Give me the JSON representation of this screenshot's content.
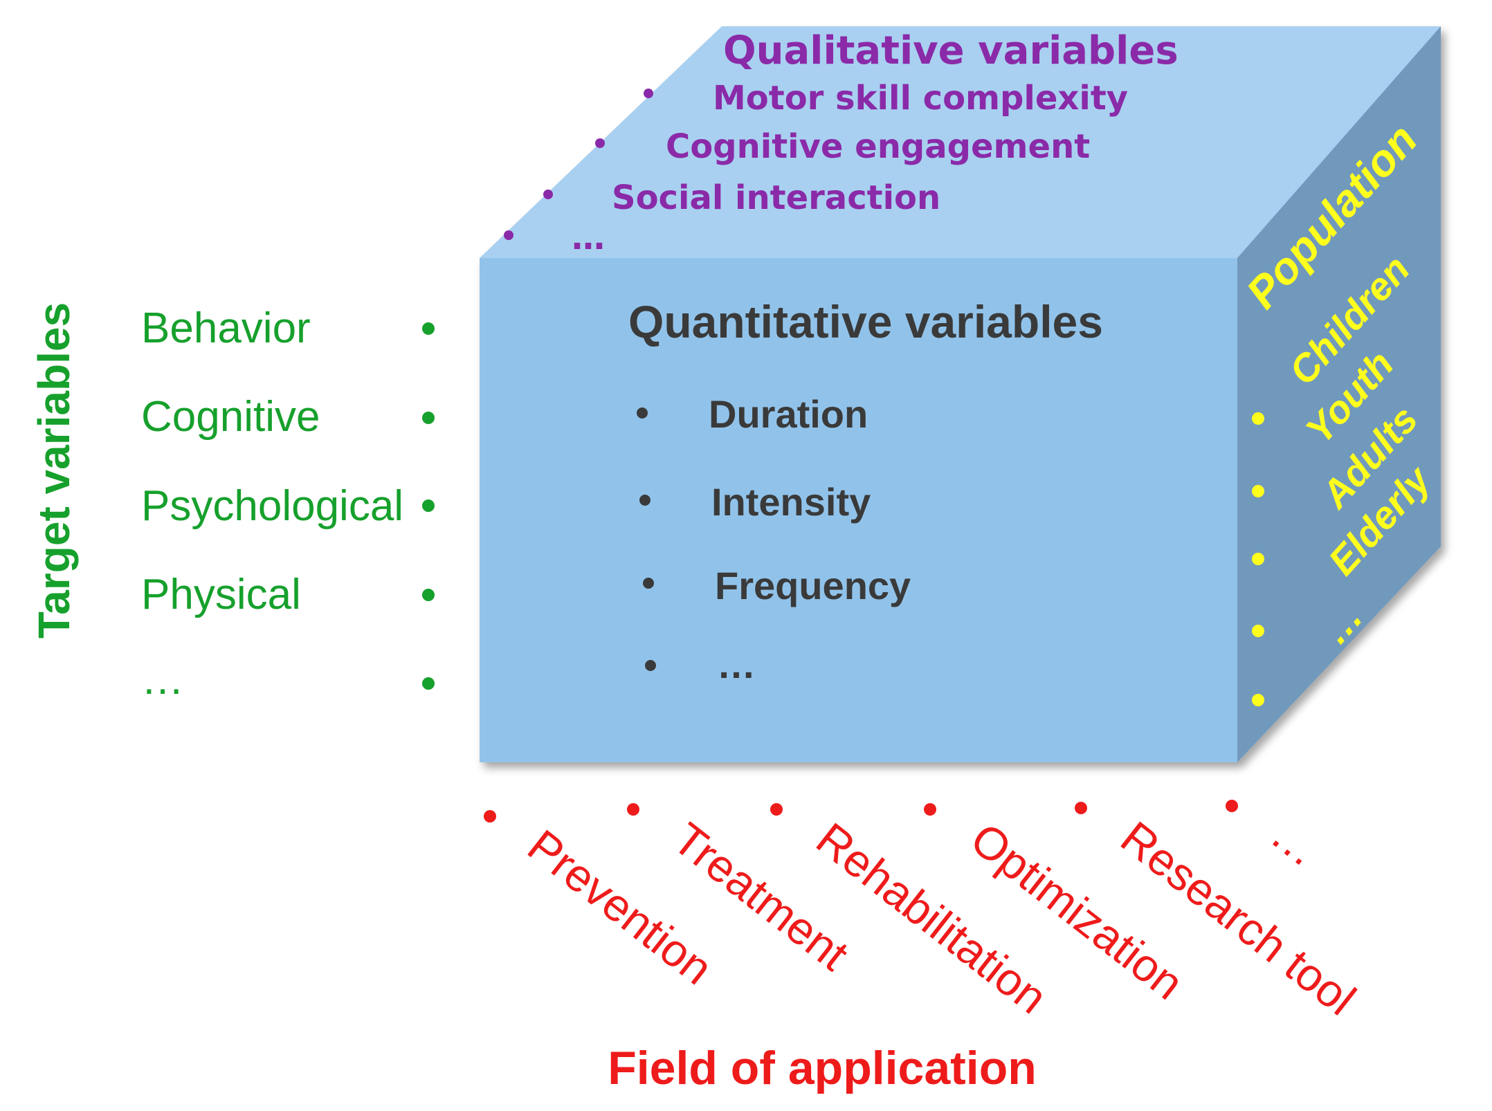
{
  "colors": {
    "front_face": "#91c3ea",
    "top_face": "#a9d0f0",
    "side_face": "#7199bc",
    "target": "#16a02c",
    "field": "#ee1b1b",
    "qualitative": "#8a2aa8",
    "population": "#ffff1e",
    "quantitative": "#3a3a3a"
  },
  "target_variables": {
    "title": "Target variables",
    "items": [
      "Behavior",
      "Cognitive",
      "Psychological",
      "Physical",
      "…"
    ]
  },
  "quantitative": {
    "title": "Quantitative variables",
    "items": [
      "Duration",
      "Intensity",
      "Frequency",
      "…"
    ]
  },
  "qualitative": {
    "title": "Qualitative variables",
    "items": [
      "Motor skill complexity",
      "Cognitive engagement",
      "Social interaction",
      "…"
    ]
  },
  "population": {
    "title": "Population",
    "items": [
      "Children",
      "Youth",
      "Adults",
      "Elderly",
      "…"
    ]
  },
  "field_of_application": {
    "title": "Field of application",
    "items": [
      "Prevention",
      "Treatment",
      "Rehabilitation",
      "Optimization",
      "Research tool",
      "…"
    ]
  }
}
